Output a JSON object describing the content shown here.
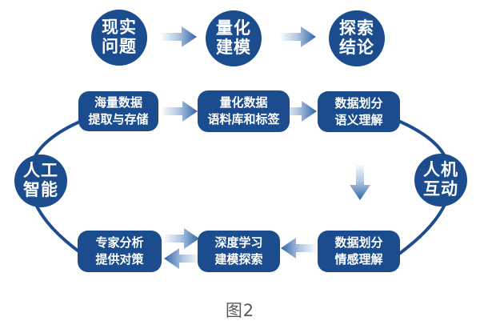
{
  "figure": {
    "caption": "图2",
    "colors": {
      "node_fill": "#1b4c8e",
      "node_text": "#ffffff",
      "arc_stroke": "#1e4d8f",
      "arrow_tail": "#f7fafd",
      "arrow_head": "#3164a9",
      "caption_text": "#595959",
      "background": "#ffffff"
    },
    "top_flow": {
      "nodes": [
        {
          "line1": "现实",
          "line2": "问题"
        },
        {
          "line1": "量化",
          "line2": "建模"
        },
        {
          "line1": "探索",
          "line2": "结论"
        }
      ],
      "arrow_directions": [
        "right",
        "right"
      ]
    },
    "cycle": {
      "side_left": {
        "line1": "人工",
        "line2": "智能"
      },
      "side_right": {
        "line1": "人机",
        "line2": "互动"
      },
      "top_row": [
        {
          "line1": "海量数据",
          "line2": "提取与存储"
        },
        {
          "line1": "量化数据",
          "line2": "语料库和标签"
        },
        {
          "line1": "数据划分",
          "line2": "语义理解"
        }
      ],
      "bottom_row": [
        {
          "line1": "专家分析",
          "line2": "提供对策"
        },
        {
          "line1": "深度学习",
          "line2": "建模探索"
        },
        {
          "line1": "数据划分",
          "line2": "情感理解"
        }
      ],
      "top_row_arrow_directions": [
        "right",
        "right"
      ],
      "right_side_arrow_direction": "down",
      "bottom_row_arrow_directions": [
        "left",
        "bidirectional"
      ]
    }
  }
}
